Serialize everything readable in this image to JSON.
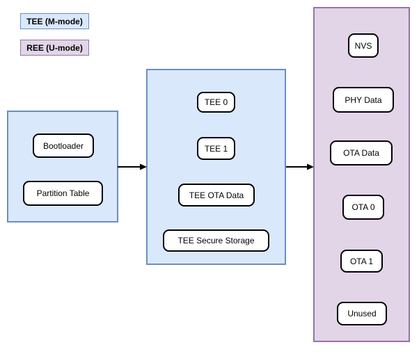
{
  "legend": {
    "tee": {
      "label": "TEE (M-mode)",
      "fill": "#dae8fc",
      "border": "#6c8ebf"
    },
    "ree": {
      "label": "REE (U-mode)",
      "fill": "#e1d5e7",
      "border": "#9673a6"
    }
  },
  "colors": {
    "background": "#ffffff",
    "node_fill": "#ffffff",
    "node_border": "#000000",
    "arrow": "#000000"
  },
  "columns": [
    {
      "id": "boot-region",
      "style": "tee",
      "nodes": [
        "Bootloader",
        "Partition Table"
      ]
    },
    {
      "id": "tee-region",
      "style": "tee",
      "nodes": [
        "TEE 0",
        "TEE 1",
        "TEE OTA Data",
        "TEE Secure Storage"
      ]
    },
    {
      "id": "ree-region",
      "style": "ree",
      "nodes": [
        "NVS",
        "PHY Data",
        "OTA Data",
        "OTA 0",
        "OTA 1",
        "Unused"
      ]
    }
  ],
  "arrows": [
    {
      "from": "boot-region",
      "to": "tee-region"
    },
    {
      "from": "tee-region",
      "to": "ree-region"
    }
  ]
}
